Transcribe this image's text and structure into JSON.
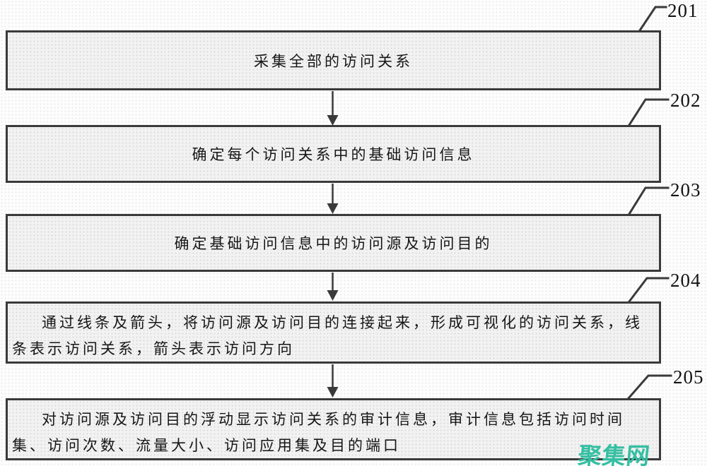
{
  "figure": {
    "type": "flowchart",
    "steps": [
      {
        "ref": "201",
        "text": "采集全部的访问关系"
      },
      {
        "ref": "202",
        "text": "确定每个访问关系中的基础访问信息"
      },
      {
        "ref": "203",
        "text": "确定基础访问信息中的访问源及访问目的"
      },
      {
        "ref": "204",
        "text": "通过线条及箭头，将访问源及访问目的连接起来，形成可视化的访问关系，线条表示访问关系，箭头表示访问方向"
      },
      {
        "ref": "205",
        "text": "对访问源及访问目的浮动显示访问关系的审计信息，审计信息包括访问时间集、访问次数、流量大小、访问应用集及目的端口"
      }
    ],
    "watermark": "聚集网",
    "colors": {
      "watermark": "#35bfa2",
      "box_border": "#3a3a3a",
      "box_fill": "#f2f2f2",
      "text": "#161616"
    }
  }
}
